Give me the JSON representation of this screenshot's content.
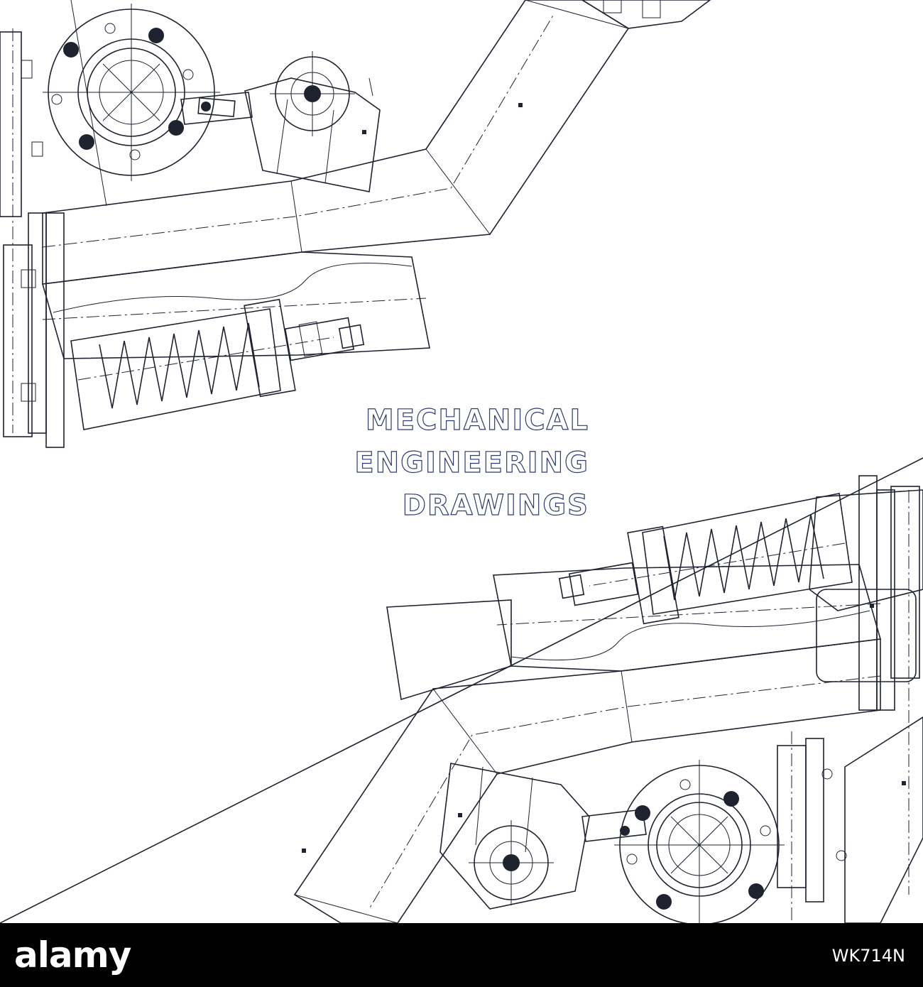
{
  "headline": {
    "line1": "MECHANICAL",
    "line2": "ENGINEERING",
    "line3": "DRAWINGS"
  },
  "footer": {
    "logo": "alamy",
    "image_id": "WK714N",
    "background": "#000000"
  },
  "colors": {
    "line": "#1f2330",
    "text_outline": "#2b3a72",
    "background": "#ffffff"
  }
}
